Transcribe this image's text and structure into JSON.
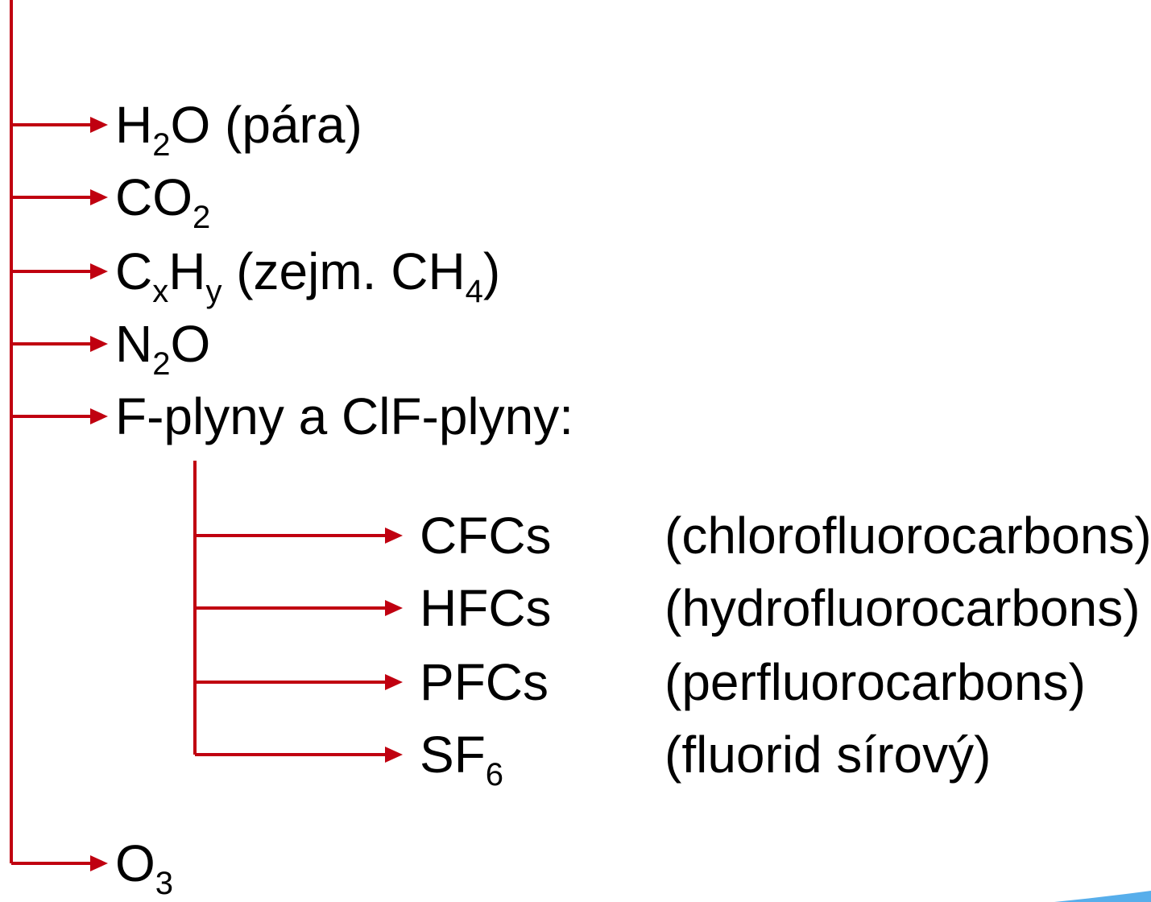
{
  "colors": {
    "connector": "#C00010",
    "text": "#000000",
    "accent": "#3AA0E8"
  },
  "main_items": [
    {
      "id": "h2o",
      "parts": [
        {
          "t": "H"
        },
        {
          "s": "2"
        },
        {
          "t": "O (pára)"
        }
      ]
    },
    {
      "id": "co2",
      "parts": [
        {
          "t": "CO"
        },
        {
          "s": "2"
        }
      ]
    },
    {
      "id": "cxhy",
      "parts": [
        {
          "t": "C"
        },
        {
          "s": "x"
        },
        {
          "t": "H"
        },
        {
          "s": "y"
        },
        {
          "t": " (zejm. CH"
        },
        {
          "s": "4"
        },
        {
          "t": ")"
        }
      ]
    },
    {
      "id": "n2o",
      "parts": [
        {
          "t": "N"
        },
        {
          "s": "2"
        },
        {
          "t": "O"
        }
      ]
    },
    {
      "id": "f-plyny",
      "parts": [
        {
          "t": "F-plyny a ClF-plyny:"
        }
      ]
    },
    {
      "id": "o3",
      "parts": [
        {
          "t": "O"
        },
        {
          "s": "3"
        }
      ]
    }
  ],
  "sub_items": [
    {
      "id": "cfcs",
      "parts": [
        {
          "t": "CFCs"
        }
      ],
      "description": "(chlorofluorocarbons)"
    },
    {
      "id": "hfcs",
      "parts": [
        {
          "t": "HFCs"
        }
      ],
      "description": "(hydrofluorocarbons)"
    },
    {
      "id": "pfcs",
      "parts": [
        {
          "t": "PFCs"
        }
      ],
      "description": "(perfluorocarbons)"
    },
    {
      "id": "sf6",
      "parts": [
        {
          "t": "SF"
        },
        {
          "s": "6"
        }
      ],
      "description": "(fluorid sírový)"
    }
  ]
}
